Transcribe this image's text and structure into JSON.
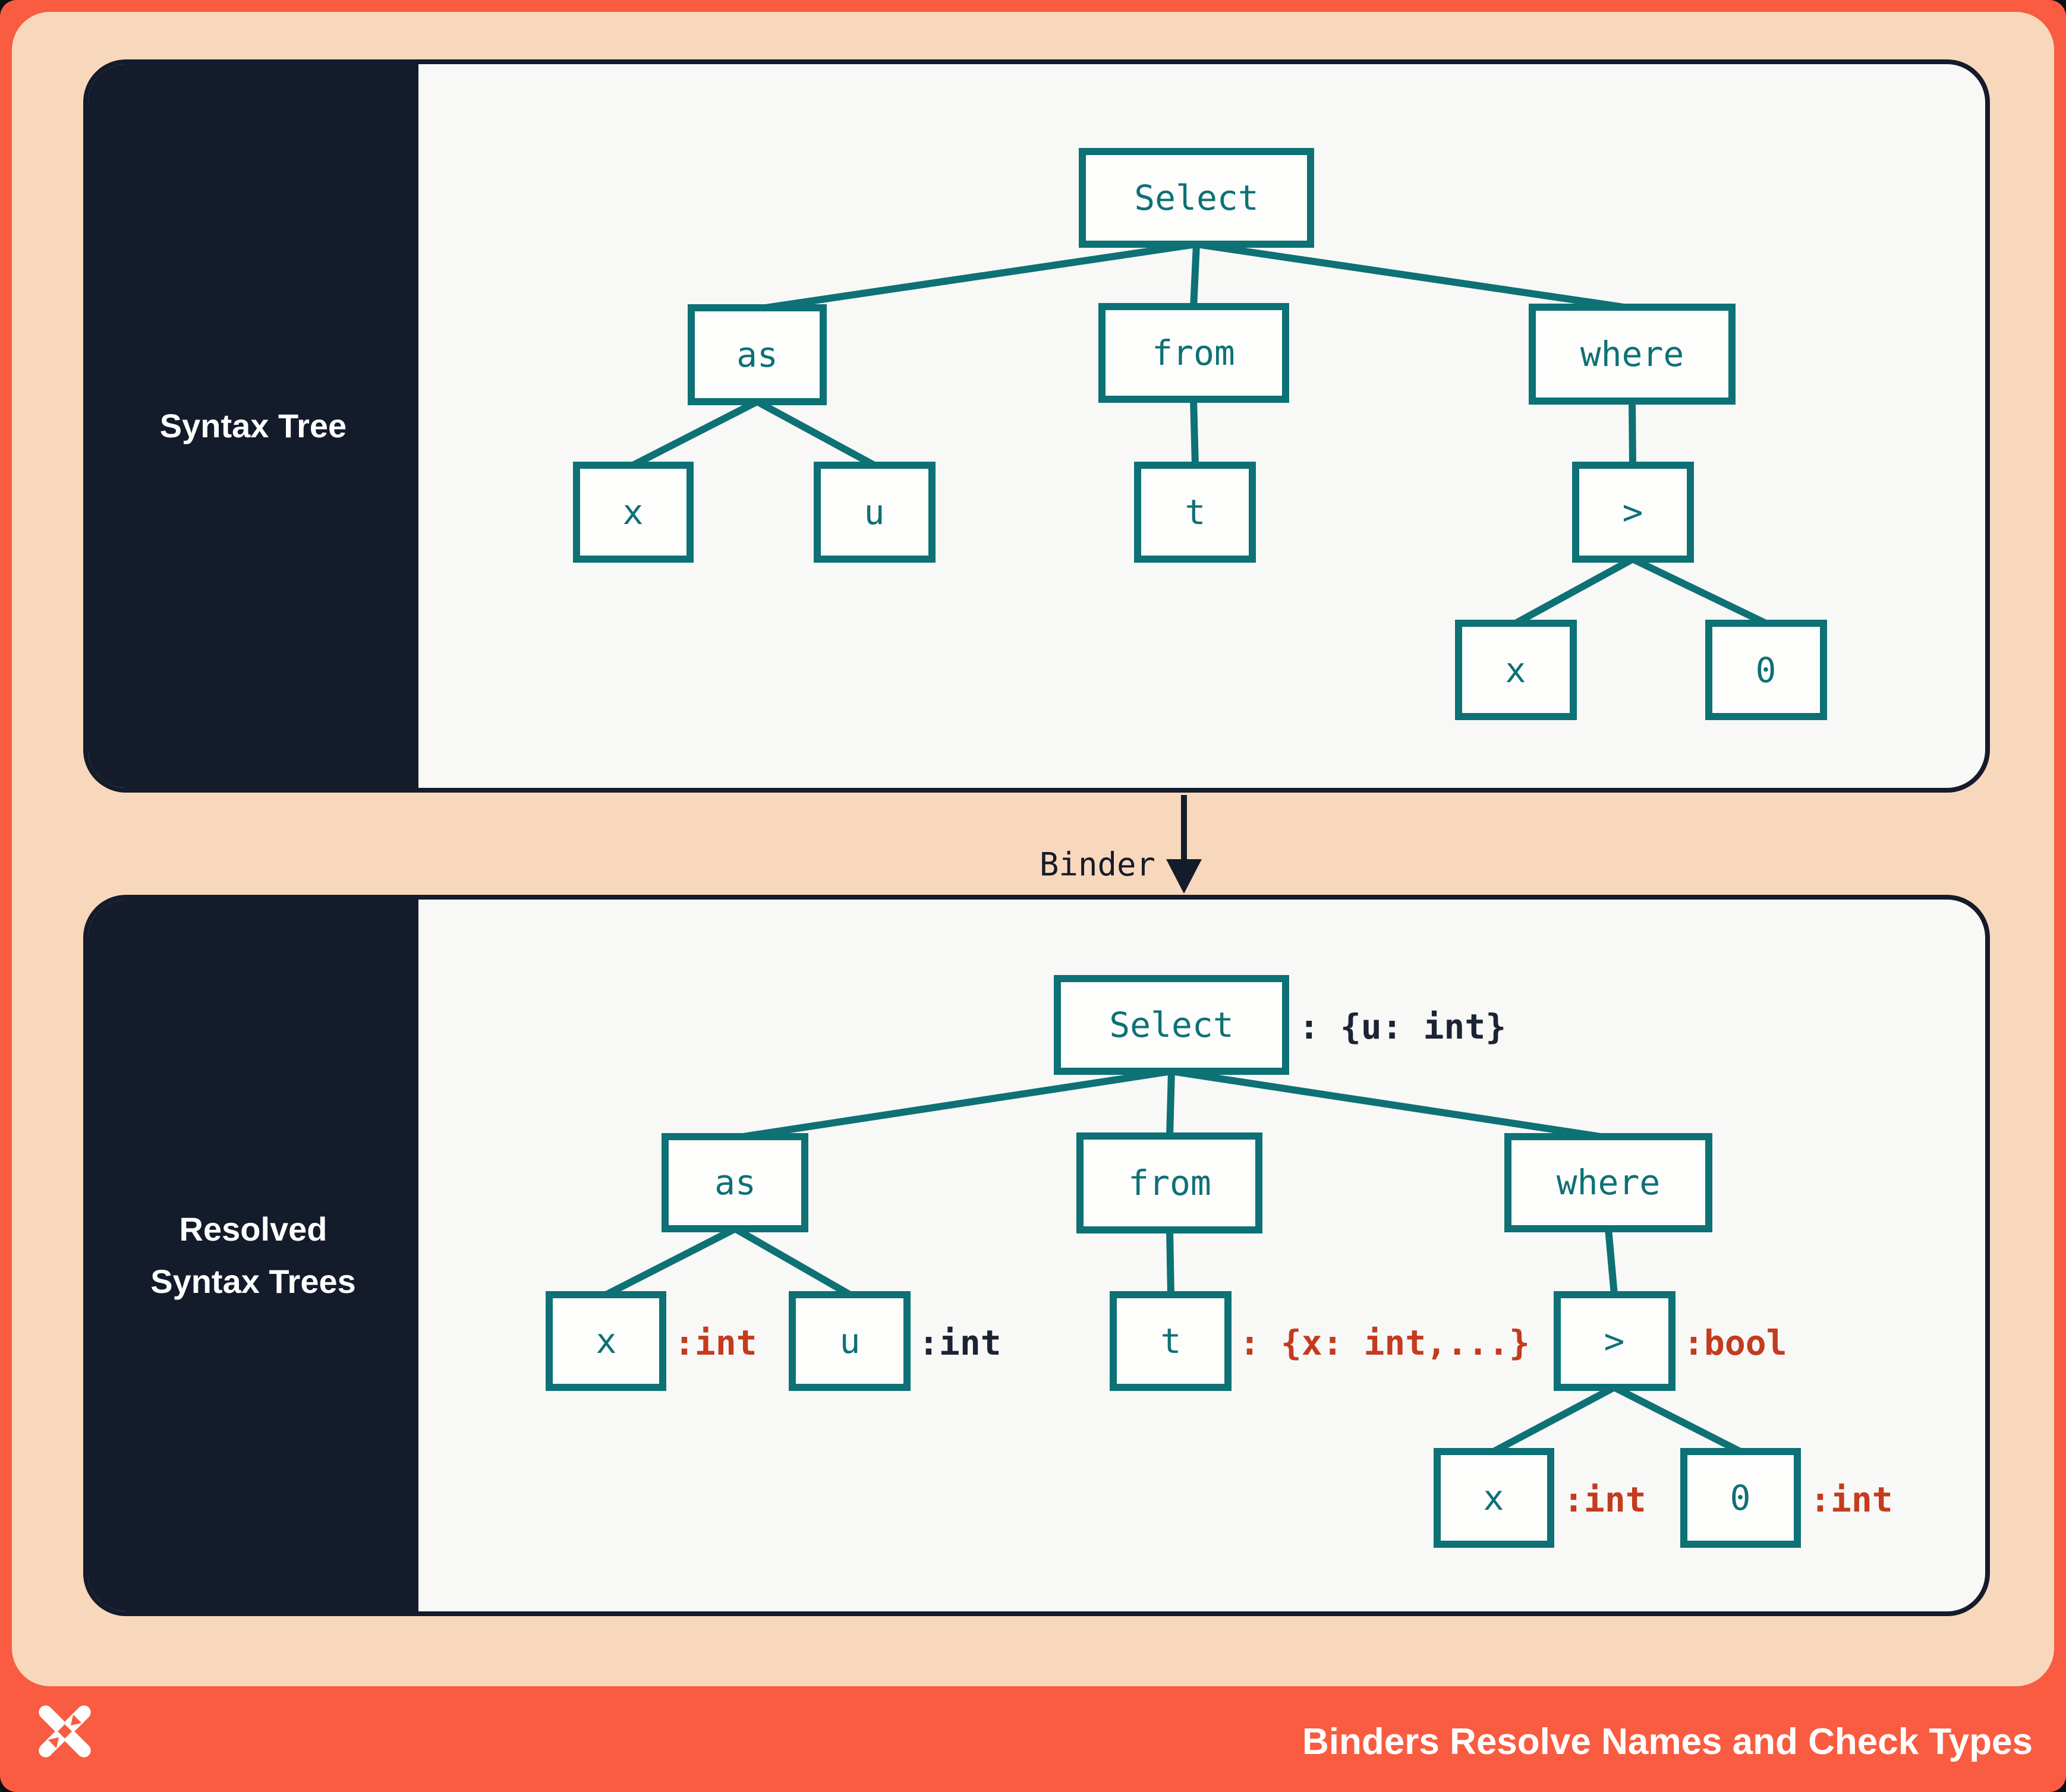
{
  "colors": {
    "frame_orange": "#f95c41",
    "peach": "#f8d8bc",
    "navy": "#141b2b",
    "panel_bg": "#f8f8f7",
    "node_teal": "#0d7175",
    "annotation_red": "#c43b1e",
    "annotation_dark": "#1b2334",
    "white": "#ffffff"
  },
  "panel_top": {
    "sidebar_label": "Syntax Tree",
    "tree": {
      "nodes": {
        "select": "Select",
        "as": "as",
        "from": "from",
        "where": "where",
        "x_left": "x",
        "u": "u",
        "t": "t",
        "gt": ">",
        "x_right": "x",
        "zero": "0"
      }
    }
  },
  "binder": {
    "label": "Binder",
    "arrow_icon": "down-arrow-icon"
  },
  "panel_bottom": {
    "sidebar_label_line1": "Resolved",
    "sidebar_label_line2": "Syntax Trees",
    "tree": {
      "nodes": {
        "select": "Select",
        "as": "as",
        "from": "from",
        "where": "where",
        "x_left": "x",
        "u": "u",
        "t": "t",
        "gt": ">",
        "x_right": "x",
        "zero": "0"
      },
      "annotations": {
        "select": ": {u: int}",
        "x_left": ":int",
        "u": ":int",
        "t": ": {x: int,...}",
        "gt": ":bool",
        "x_right": ":int",
        "zero": ":int"
      }
    }
  },
  "footer": {
    "title": "Binders Resolve Names and Check Types",
    "logo_icon": "x-pinwheel-logo"
  }
}
